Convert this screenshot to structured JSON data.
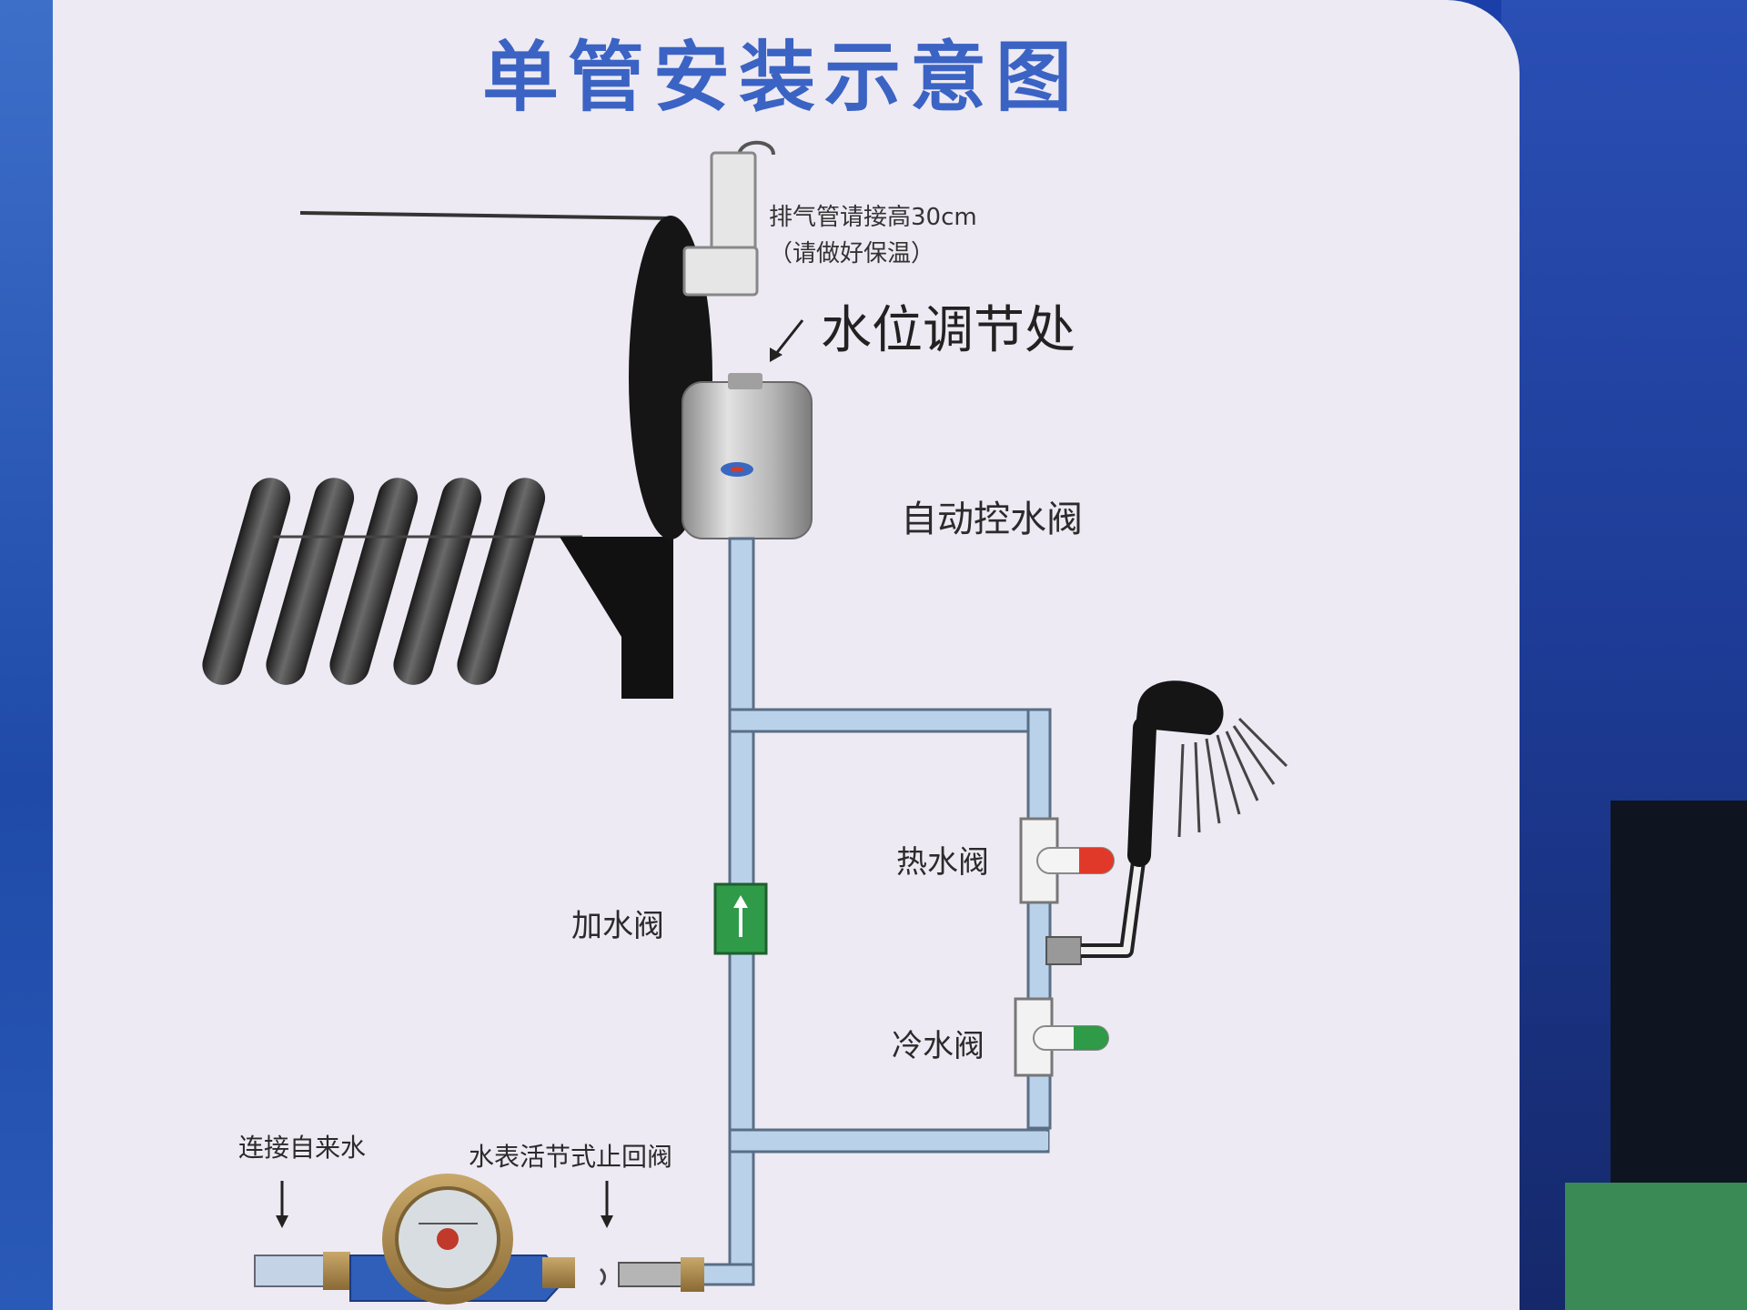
{
  "title": "单管安装示意图",
  "labels": {
    "vent_note_line1": "排气管请接高30cm",
    "vent_note_line2": "（请做好保温）",
    "water_level_adjust": "水位调节处",
    "auto_control_valve": "自动控水阀",
    "hot_water_valve": "热水阀",
    "fill_valve": "加水阀",
    "cold_water_valve": "冷水阀",
    "connect_tap_water": "连接自来水",
    "meter_check_valve": "水表活节式止回阀"
  },
  "icons": {
    "vent_pipe": "vent-pipe-icon",
    "solar_tank": "solar-tank-icon",
    "collector_tubes": "vacuum-tube-icon",
    "control_tank": "water-tank-icon",
    "shower": "shower-head-icon",
    "water_meter": "water-meter-icon",
    "fill_valve_arrow": "arrow-up-icon"
  },
  "colors": {
    "title": "#3b63c4",
    "pipe": "#b9d2ea",
    "pipe_edge": "#5a6e86",
    "fill_valve": "#2f9a48",
    "hot_handle": "#e0392a",
    "cold_handle": "#2f9a48",
    "meter_body": "#2f5fb8"
  }
}
